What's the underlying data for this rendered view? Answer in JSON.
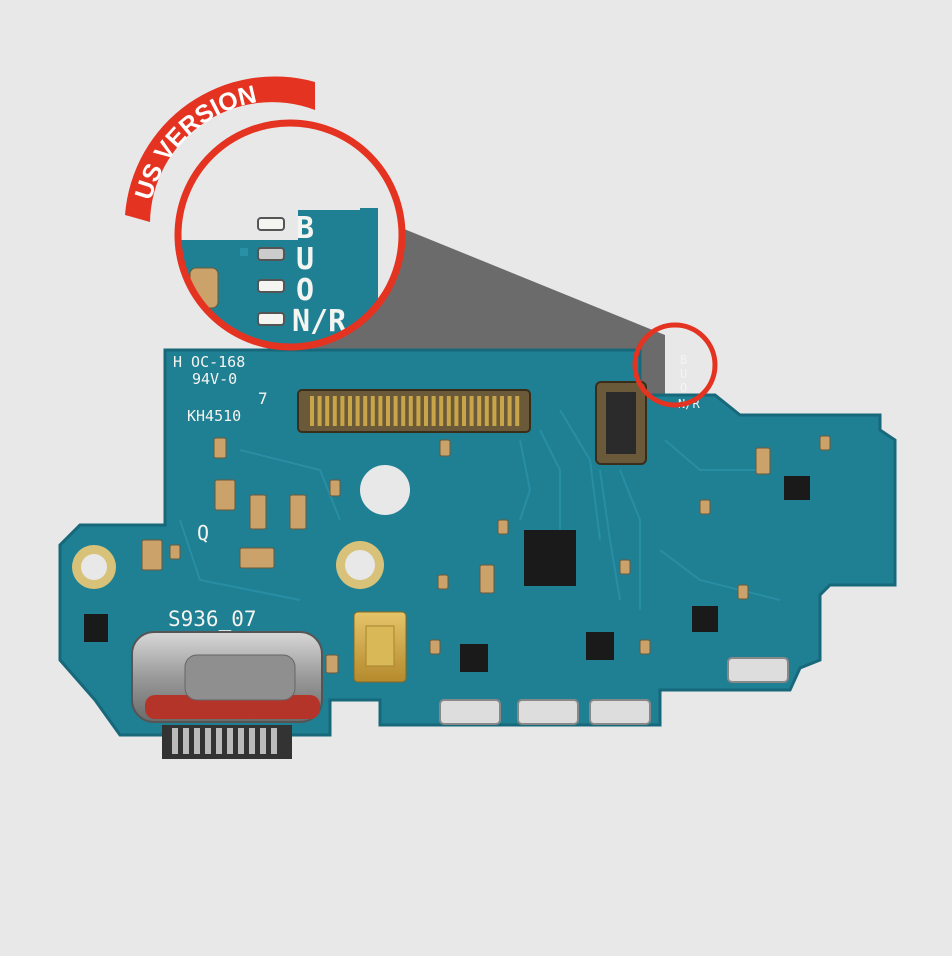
{
  "badge": {
    "text": "US VERSION",
    "color": "#e53321"
  },
  "zoom_callout": {
    "labels": [
      "B",
      "U",
      "O",
      "N/R"
    ]
  },
  "board_markings": {
    "model_line1": "H OC-168",
    "model_line2": "94V-0",
    "digit": "7",
    "code": "KH4510",
    "q_mark": "Q",
    "part_number": "S936_07",
    "small_labels": [
      "B",
      "U",
      "O",
      "N/R"
    ]
  },
  "colors": {
    "background": "#e8e8e8",
    "pcb": "#1f7f93",
    "pcb_edge": "#17687a",
    "trace": "#2a90a6",
    "highlight": "#e53321",
    "gold": "#c9a54a"
  }
}
